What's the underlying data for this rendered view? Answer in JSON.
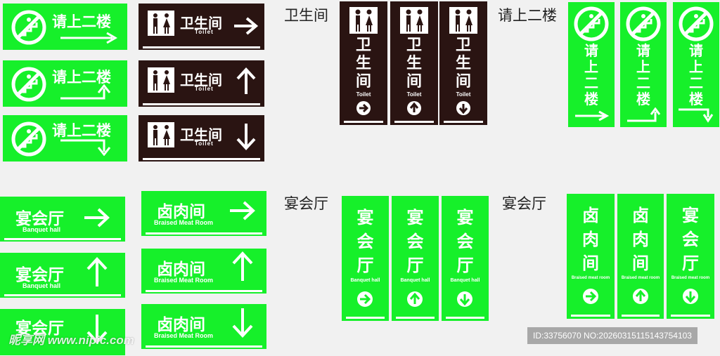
{
  "colors": {
    "green": "#16f02a",
    "brown": "#2a1412",
    "white": "#ffffff"
  },
  "text": {
    "stairs_up": "请上二楼",
    "toilet": "卫生间",
    "toilet_en": "Toilet",
    "banquet": "宴会厅",
    "banquet_en": "Banquet hall",
    "braised": "卤肉间",
    "braised_en": "Braised Meat Room",
    "braised_en_small": "Braised meat room"
  },
  "vertical": {
    "toilet": [
      "卫",
      "生",
      "间"
    ],
    "stairs": [
      "请",
      "上",
      "二",
      "楼"
    ],
    "banquet": [
      "宴",
      "会",
      "厅"
    ],
    "braised": [
      "卤",
      "肉",
      "间"
    ]
  },
  "captions": {
    "toilet": "卫生间",
    "stairs": "请上二楼",
    "banquet": "宴会厅",
    "banquet2": "宴会厅"
  },
  "icons": [
    "no-climbing-stairs-icon",
    "restroom-icon",
    "arrow-right-icon",
    "arrow-up-icon",
    "arrow-down-icon"
  ],
  "watermark": {
    "logo": "昵享网 www.nipic.com",
    "id_line": "ID:33756070 NO:20260315115143754103"
  }
}
